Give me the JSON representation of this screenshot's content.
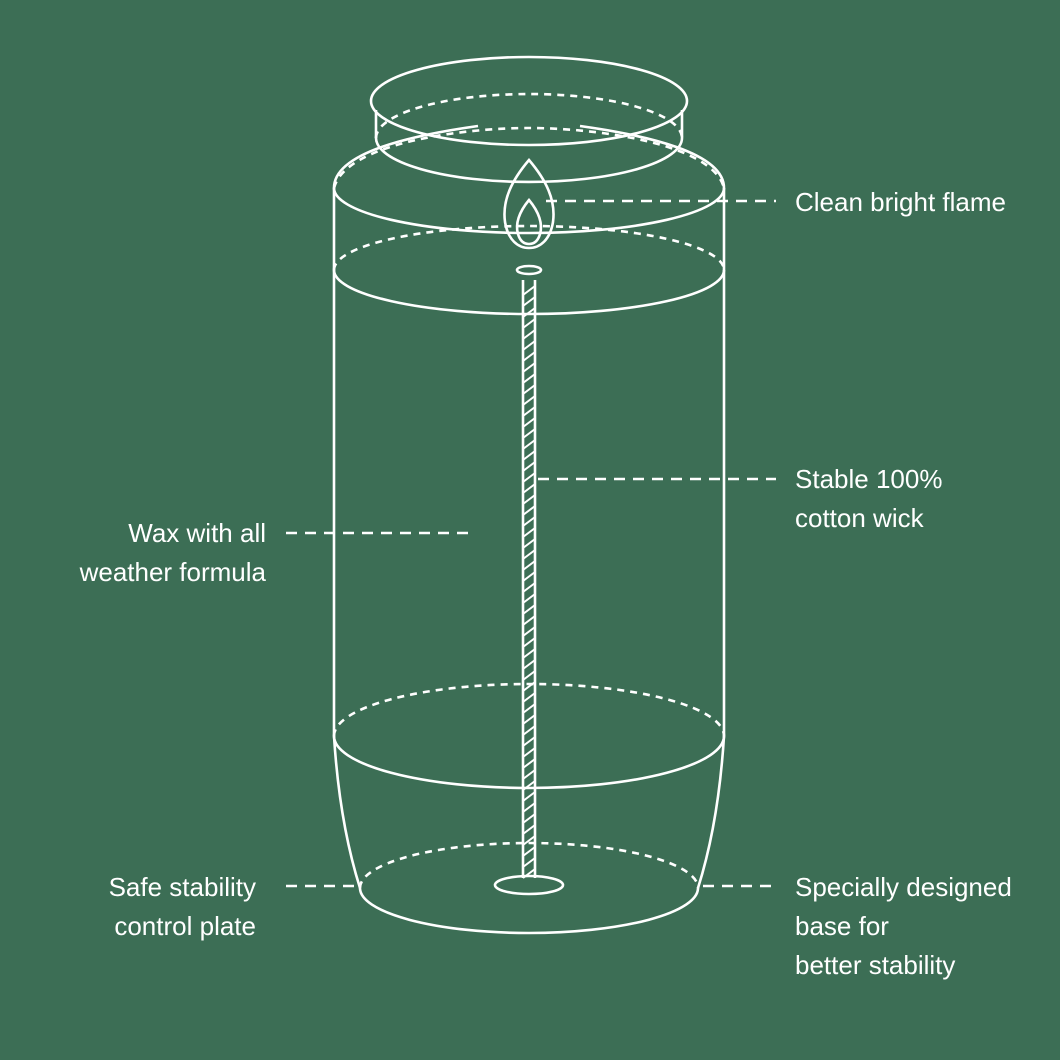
{
  "background_color": "#3c6e55",
  "line_color": "#ffffff",
  "callouts": {
    "flame": {
      "lines": [
        "Clean bright flame"
      ]
    },
    "wick": {
      "lines": [
        "Stable 100%",
        "cotton wick"
      ]
    },
    "wax": {
      "lines": [
        "Wax with all",
        "weather formula"
      ]
    },
    "plate": {
      "lines": [
        "Safe stability",
        "control plate"
      ]
    },
    "base": {
      "lines": [
        "Specially designed",
        "base for",
        "better stability"
      ]
    }
  }
}
